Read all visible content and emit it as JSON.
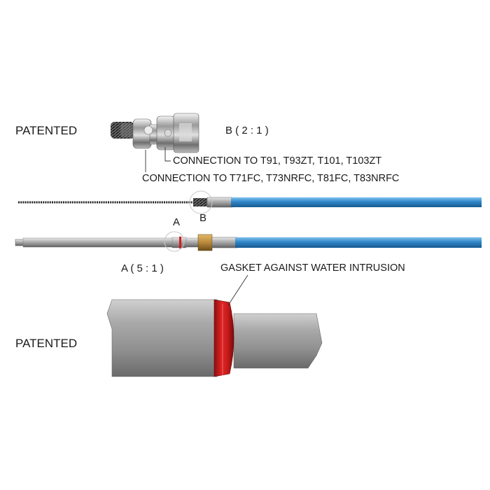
{
  "labels": {
    "patented_top": "PATENTED",
    "detail_b_scale": "B ( 2 : 1 )",
    "connection_1": "CONNECTION TO T91, T93ZT, T101, T103ZT",
    "connection_2": "CONNECTION TO T71FC, T73NRFC, T81FC, T83NRFC",
    "marker_b": "B",
    "marker_a": "A",
    "detail_a_scale": "A ( 5 : 1 )",
    "gasket": "GASKET AGAINST WATER INTRUSION",
    "patented_bottom": "PATENTED"
  },
  "colors": {
    "cable_jacket": "#2f86c8",
    "gasket": "#d21e1e",
    "brass_nut": "#b8893a",
    "steel": "#9b9b9b"
  }
}
